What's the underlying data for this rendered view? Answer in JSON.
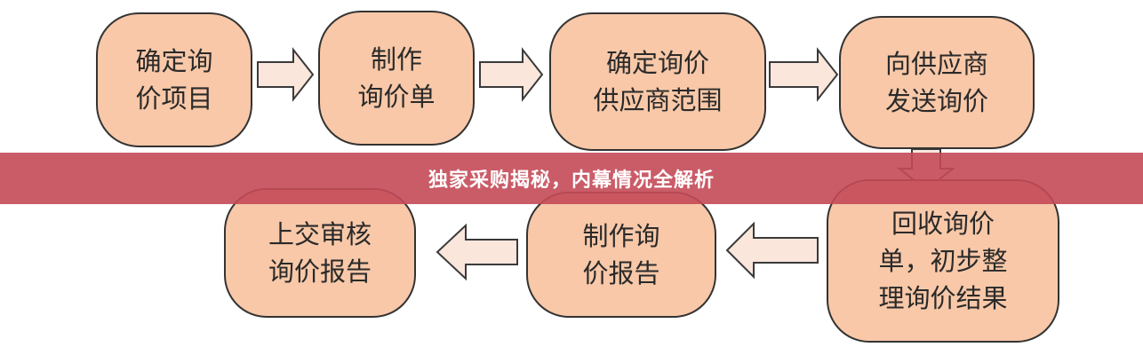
{
  "nodes": [
    {
      "lines": [
        "确定询",
        "价项目"
      ]
    },
    {
      "lines": [
        "制作",
        "询价单"
      ]
    },
    {
      "lines": [
        "确定询价",
        "供应商范围"
      ]
    },
    {
      "lines": [
        "向供应商",
        "发送询价"
      ]
    },
    {
      "lines": [
        "回收询价",
        "单，初步整",
        "理询价结果"
      ]
    },
    {
      "lines": [
        "制作询",
        "价报告"
      ]
    },
    {
      "lines": [
        "上交审核",
        "询价报告"
      ]
    }
  ],
  "banner": {
    "title": "独家采购揭秘，内幕情况全解析"
  },
  "colors": {
    "node_fill": "#f8c8a8",
    "node_border": "#333333",
    "arrow_fill": "#fbe6dc",
    "arrow_stroke": "#3a3a3a",
    "banner": "#c44a58"
  }
}
